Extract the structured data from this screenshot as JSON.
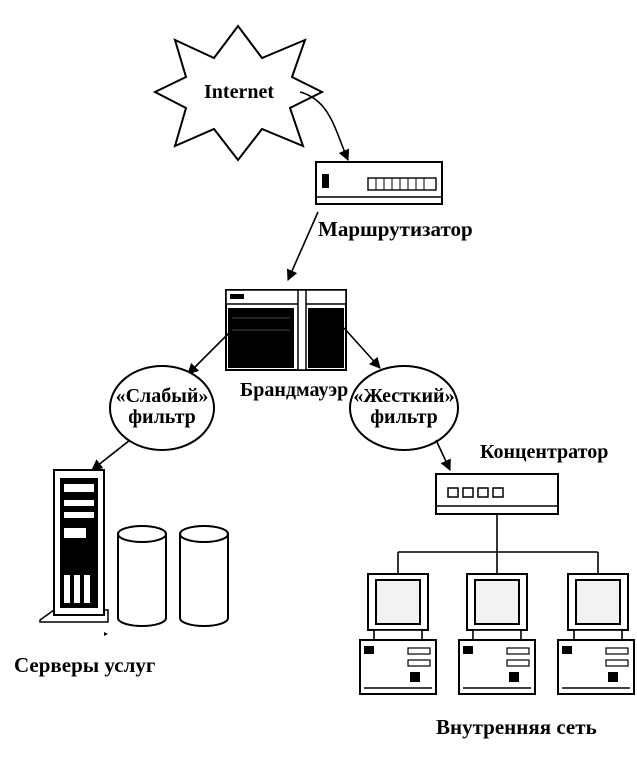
{
  "nodes": {
    "internet": "Internet",
    "router": "Маршрутизатор",
    "firewall": "Брандмауэр",
    "weak_filter": [
      "«Слабый»",
      "фильтр"
    ],
    "strong_filter": [
      "«Жесткий»",
      "фильтр"
    ],
    "hub": "Концентратор",
    "servers": "Серверы услуг",
    "internal_network": "Внутренняя сеть"
  },
  "colors": {
    "ink": "#000000",
    "paper": "#ffffff",
    "screen": "#f2f2f2"
  }
}
